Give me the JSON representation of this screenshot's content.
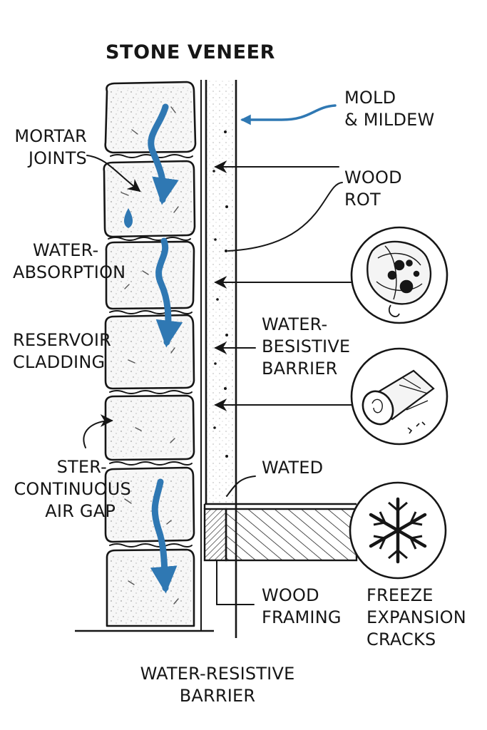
{
  "title": "STONE VENEER",
  "labels": {
    "mortar_joints": [
      "MORTAR",
      "JOINTS"
    ],
    "water_absorption": [
      "WATER-",
      "ABSORPTION"
    ],
    "reservoir_cladding": [
      "RESERVOIR",
      "CLADDING"
    ],
    "continuous_air_gap": [
      "STER-",
      "CONTINUOUS",
      "AIR GAP"
    ],
    "mold_mildew": [
      "MOLD",
      "& MILDEW"
    ],
    "wood_rot": [
      "WOOD",
      "ROT"
    ],
    "water_besistive_barrier": [
      "WATER-",
      "BESISTIVE",
      "BARRIER"
    ],
    "wated": [
      "WATED"
    ],
    "wood_framing": [
      "WOOD",
      "FRAMING"
    ],
    "freeze_expansion_cracks": [
      "FREEZE",
      "EXPANSION",
      "CRACKS"
    ],
    "water_resistive_barrier": [
      "WATER-RESISTIVE",
      "BARRIER"
    ]
  },
  "icons": [
    "moldy-wood-circle-icon",
    "rotted-log-circle-icon",
    "snowflake-crack-circle-icon"
  ],
  "colors": {
    "water": "#2f78b3",
    "ink": "#161616",
    "stone_fill": "#f7f7f7"
  }
}
